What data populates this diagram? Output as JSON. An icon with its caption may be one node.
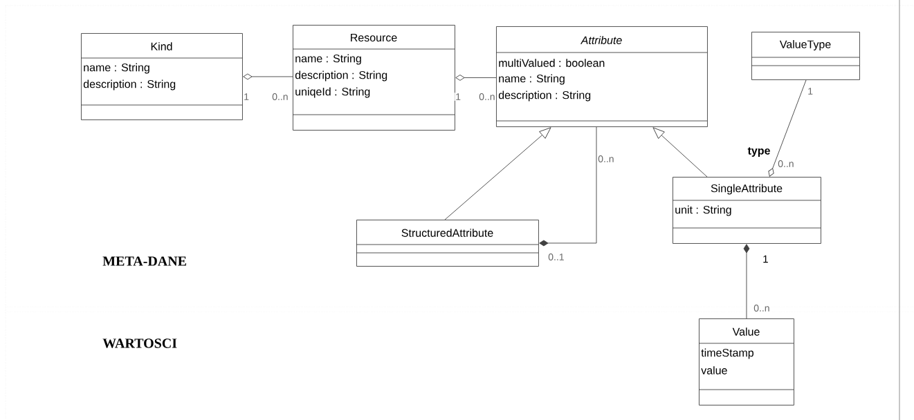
{
  "diagram": {
    "nodes": [
      {
        "text": [
          "Kind",
          "name : String",
          "description : String"
        ]
      },
      {
        "text": [
          "Resource",
          "name : String",
          "description : String",
          "uniqeId : String"
        ]
      },
      {
        "text": [
          "Attribute",
          "multiValued : boolean",
          "name : String",
          "description : String"
        ]
      },
      {
        "text": [
          "ValueType"
        ]
      },
      {
        "text": [
          "StructuredAttribute"
        ]
      },
      {
        "text": [
          "SingleAttribute",
          "unit : String"
        ]
      },
      {
        "text": [
          "Value",
          "timeStamp",
          "value"
        ]
      }
    ],
    "edges": [
      {
        "from": 0,
        "to": 1,
        "arrow": "other"
      },
      {
        "from": 1,
        "to": 2,
        "arrow": "other"
      },
      {
        "from": 4,
        "to": 2,
        "arrow": "to"
      },
      {
        "from": 5,
        "to": 2,
        "arrow": "to"
      },
      {
        "from": 2,
        "to": 4,
        "arrow": "other"
      },
      {
        "from": 3,
        "to": 5,
        "arrow": "other",
        "label": "type"
      },
      {
        "from": 5,
        "to": 6,
        "arrow": "other"
      }
    ],
    "labels": [
      "1",
      "1",
      "0..n",
      "1",
      "0..n",
      "0..n",
      "0..n",
      "META-DANE",
      "0..1",
      "1",
      "0..n",
      "WARTOSCI"
    ]
  }
}
